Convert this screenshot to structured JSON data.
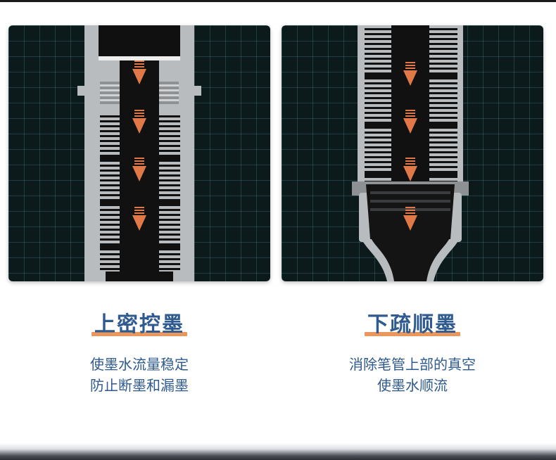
{
  "features": [
    {
      "title": "上密控墨",
      "lines": [
        "使墨水流量稳定",
        "防止断墨和漏墨"
      ],
      "image_icon": "ink-flow-control-diagram"
    },
    {
      "title": "下疏顺墨",
      "lines": [
        "消除笔管上部的真空",
        "使墨水顺流"
      ],
      "image_icon": "ink-vacuum-relief-diagram"
    }
  ],
  "colors": {
    "title": "#2f5a8f",
    "highlight": "#e8975e",
    "panel_bg": "#0c1a1c",
    "arrow": "#e07848",
    "feeder": "#b9bcbf"
  }
}
